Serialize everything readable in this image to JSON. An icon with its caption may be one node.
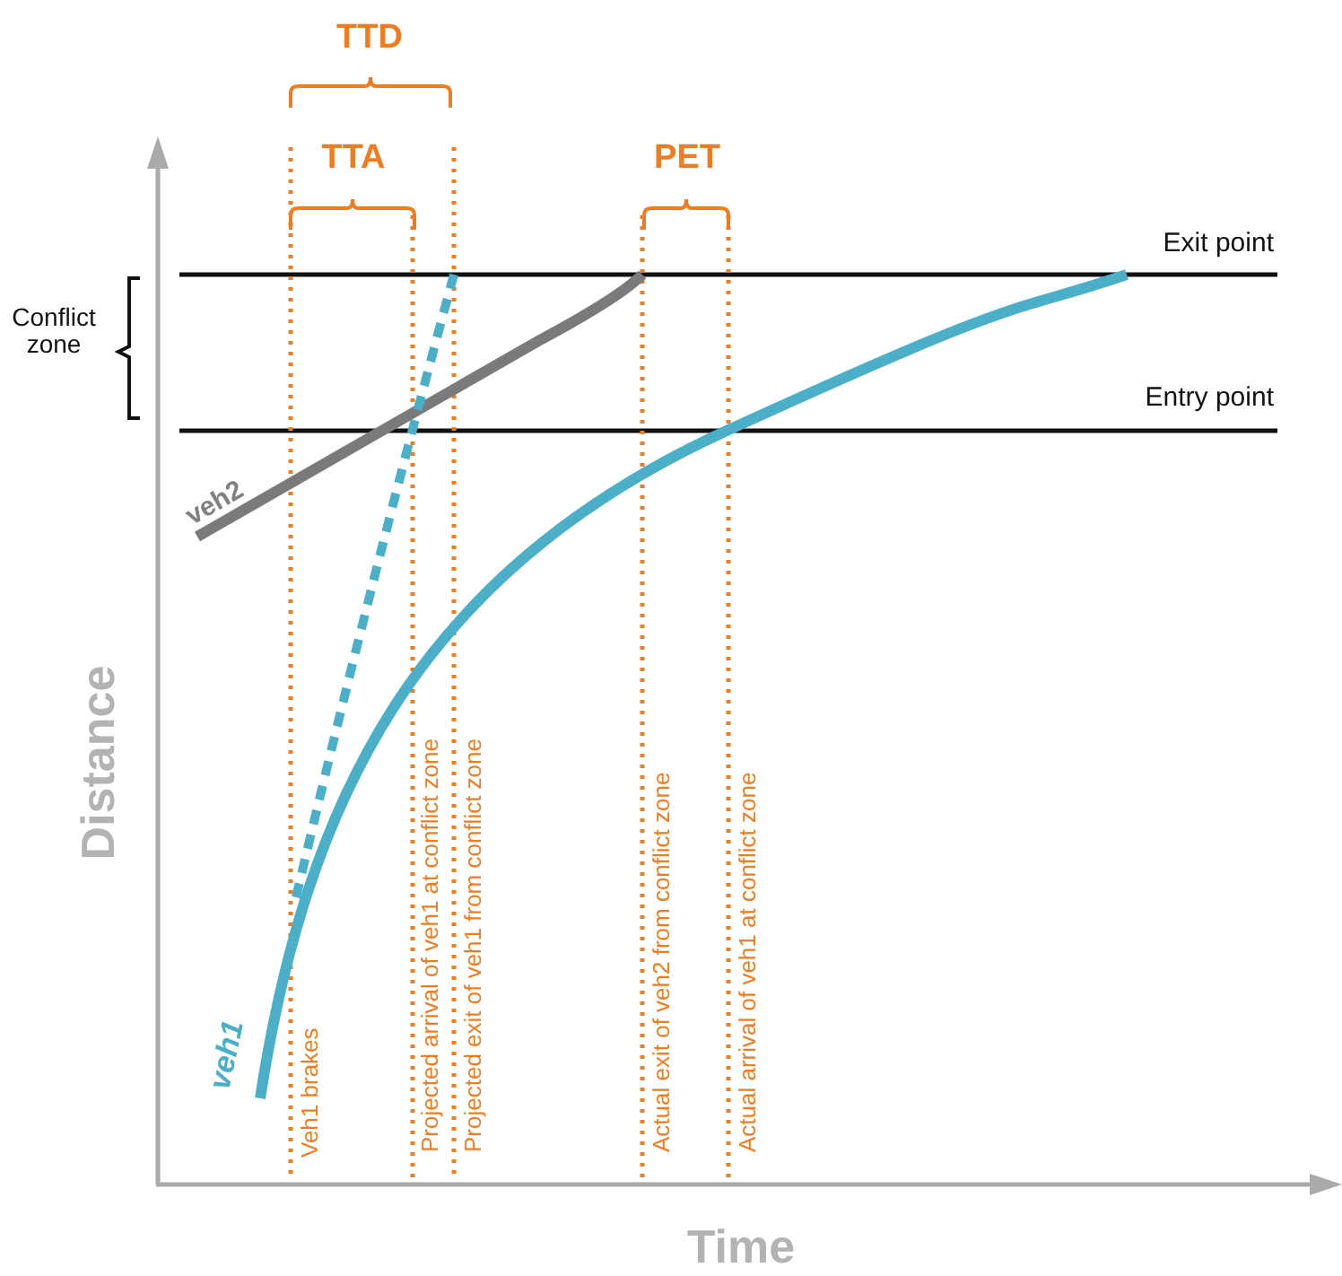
{
  "diagram": {
    "labels": [
      "TTD",
      "TTA",
      "PET",
      "Exit point",
      "Conflict zone",
      "Entry point",
      "veh2",
      "Distance",
      "Projected arrival of veh1 at conflict zone",
      "Projected exit of veh1 from conflict zone",
      "Actual exit of veh2 from conflict zone",
      "Actual arrival of veh1 at conflict zone",
      "veh1",
      "Veh1 brakes",
      "Time"
    ]
  }
}
